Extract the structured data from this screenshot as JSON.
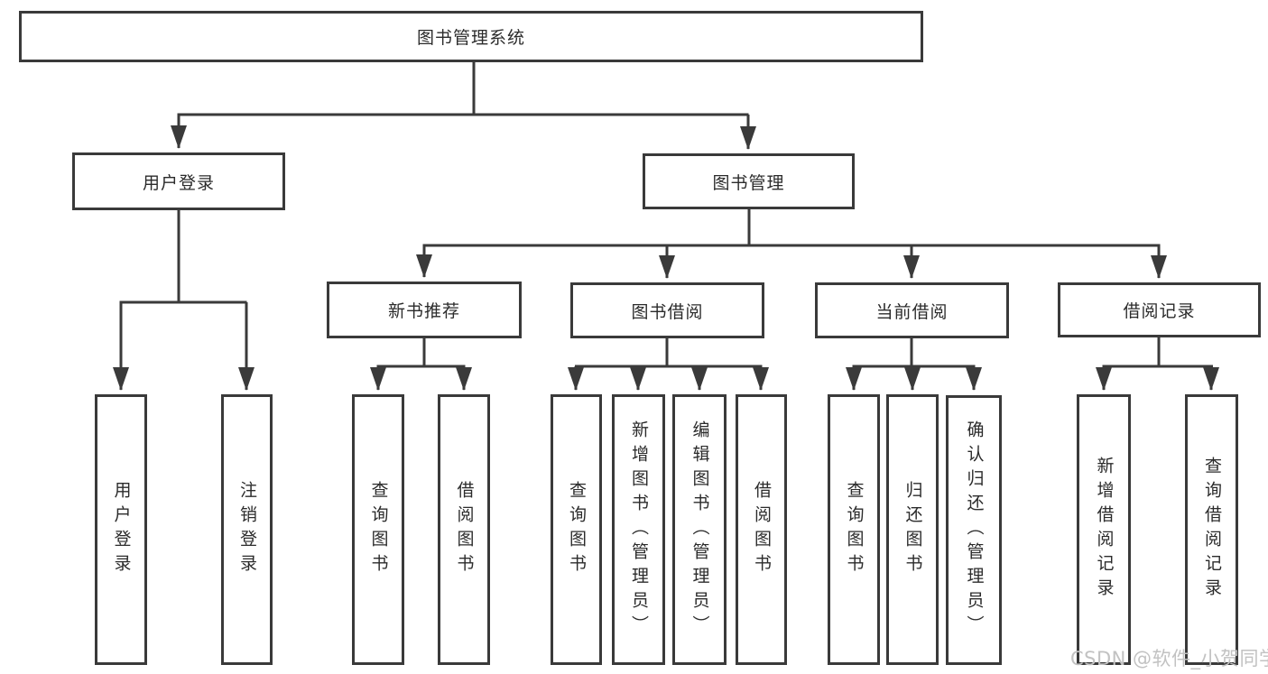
{
  "diagram": {
    "root": "图书管理系统",
    "branches": [
      {
        "label": "用户登录",
        "children": [
          "用户登录",
          "注销登录"
        ]
      },
      {
        "label": "图书管理",
        "sections": [
          {
            "label": "新书推荐",
            "children": [
              "查询图书",
              "借阅图书"
            ]
          },
          {
            "label": "图书借阅",
            "children": [
              "查询图书",
              "新增图书（管理员）",
              "编辑图书（管理员）",
              "借阅图书"
            ]
          },
          {
            "label": "当前借阅",
            "children": [
              "查询图书",
              "归还图书",
              "确认归还（管理员）"
            ]
          },
          {
            "label": "借阅记录",
            "children": [
              "新增借阅记录",
              "查询借阅记录"
            ]
          }
        ]
      }
    ],
    "colors": {
      "line": "#3a3a3a",
      "text": "#2b2b2b",
      "box_background": "#ffffff",
      "watermark": "#c2c2c2"
    }
  },
  "watermark": "CSDN @软件_小贺同学"
}
